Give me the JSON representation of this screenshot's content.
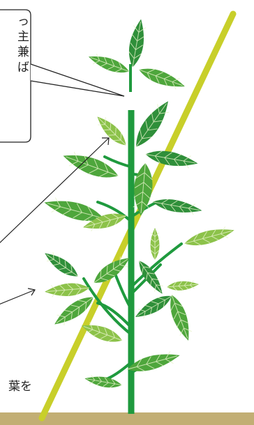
{
  "callout_lines": [
    "っ",
    "主",
    "兼",
    "ば"
  ],
  "caption": "葉を",
  "colors": {
    "stake": "#c8cf2a",
    "stem": "#1f9a3e",
    "leaf_dark": "#2f8f3a",
    "leaf_mid": "#4ea63c",
    "leaf_light": "#8cc24a",
    "vein": "#e6f3c8",
    "ground": "#c2ae74",
    "outline": "#222222"
  }
}
